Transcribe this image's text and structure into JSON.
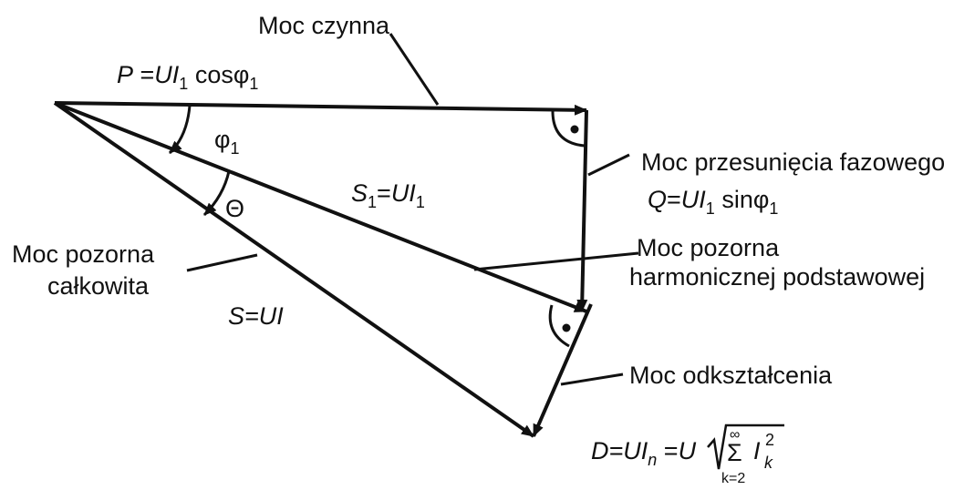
{
  "labels": {
    "active_power": "Moc czynna",
    "phase_shift_power": "Moc przesunięcia fazowego",
    "fundamental_apparent": "Moc pozorna",
    "fundamental_apparent_2": "harmonicznej podstawowej",
    "total_apparent": "Moc pozorna",
    "total_apparent_2": "całkowita",
    "distortion_power": "Moc odkształcenia"
  },
  "formulas": {
    "P": {
      "lhs": "P",
      "eq": " =",
      "U": "UI",
      "sub1": "1",
      "fn": " cos",
      "phi": "φ",
      "phisub": "1"
    },
    "Q": {
      "lhs": "Q",
      "eq": "=",
      "U": "UI",
      "sub1": "1",
      "fn": " sin",
      "phi": "φ",
      "phisub": "1"
    },
    "S1": {
      "lhs": "S",
      "lsub": "1",
      "eq": "=",
      "U": "UI",
      "sub1": "1"
    },
    "S": {
      "text": "S=UI"
    },
    "D": {
      "lhs": "D=UI",
      "lsub": "n",
      "eq": " =",
      "U": "U",
      "sum": "Σ",
      "sum_top": "∞",
      "sum_bot": "k=2",
      "I": "I",
      "isub": "k",
      "isup": "2"
    }
  },
  "angles": {
    "phi": "φ",
    "phi_sub": "1",
    "theta": "Θ"
  },
  "style": {
    "ink": "#111111",
    "background": "#ffffff"
  }
}
